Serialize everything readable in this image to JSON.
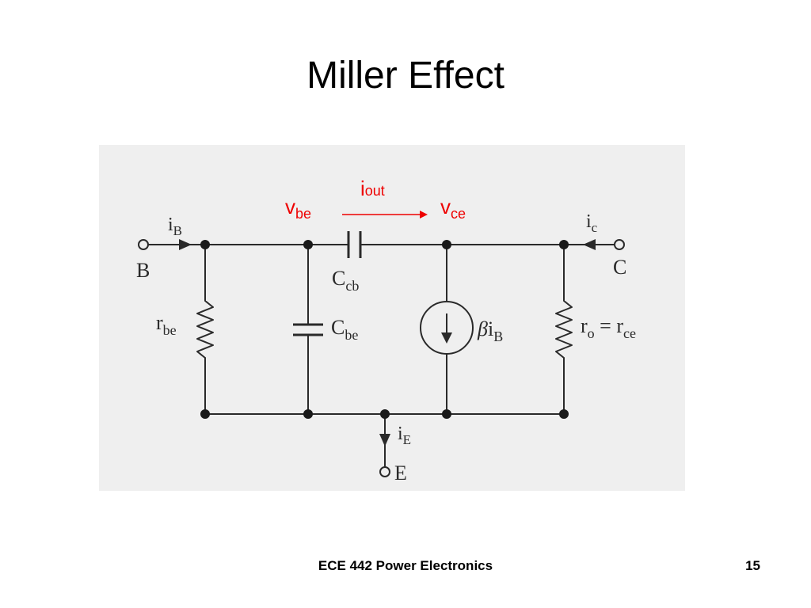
{
  "slide": {
    "title": "Miller Effect",
    "footer_course": "ECE 442 Power Electronics",
    "footer_page": "15"
  },
  "colors": {
    "annotation": "#ee0000",
    "scan_background": "#efefef",
    "ink": "#2a2a2a"
  },
  "diagram": {
    "annotations": {
      "i_out": {
        "main": "i",
        "sub": "out"
      },
      "v_be": {
        "main": "v",
        "sub": "be"
      },
      "v_ce": {
        "main": "v",
        "sub": "ce"
      }
    },
    "terminals": {
      "B": "B",
      "C": "C",
      "E": "E"
    },
    "currents": {
      "iB": {
        "main": "i",
        "sub": "B"
      },
      "ic": {
        "main": "i",
        "sub": "c"
      },
      "iE": {
        "main": "i",
        "sub": "E"
      }
    },
    "components": {
      "Ccb": {
        "main": "C",
        "sub": "cb"
      },
      "Cbe": {
        "main": "C",
        "sub": "be"
      },
      "rbe": {
        "main": "r",
        "sub": "be"
      },
      "source": {
        "beta": "β",
        "main": "i",
        "sub": "B"
      },
      "ro": {
        "main": "r",
        "sub": "o",
        "eq": " = ",
        "main2": "r",
        "sub2": "ce"
      }
    }
  }
}
